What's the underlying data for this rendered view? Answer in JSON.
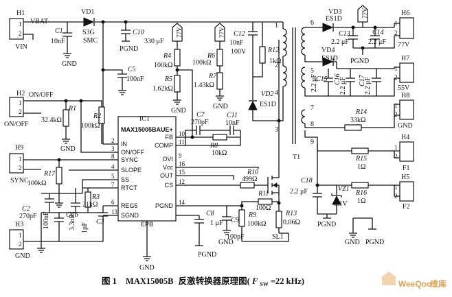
{
  "caption": {
    "fig_label": "图 1",
    "chip_part": "MAX15005B",
    "desc": "反激转换器原理图(",
    "freq_sym": "F",
    "freq_sub": "SW",
    "freq_val": "=22 kHz)"
  },
  "watermark": {
    "brand": "WeeQoo",
    "suffix": "维库"
  },
  "ic": {
    "ref": "IC1",
    "part": "MAX15005BAUE+",
    "left_pins": [
      {
        "num": "2",
        "name": "IN"
      },
      {
        "num": "3",
        "name": "ON/OFF"
      },
      {
        "num": "8",
        "name": "SYNC"
      },
      {
        "num": "4",
        "name": "SLOPE"
      },
      {
        "num": "5",
        "name": "SS"
      },
      {
        "num": "7",
        "name": "RTCT"
      },
      {
        "num": "6",
        "name": "REG5"
      },
      {
        "num": "13",
        "name": "SGND"
      }
    ],
    "right_pins": [
      {
        "num": "10",
        "name": "FB"
      },
      {
        "num": "11",
        "name": "COMP"
      },
      {
        "num": "9",
        "name": "OVI"
      },
      {
        "num": "16",
        "name": "Vcc"
      },
      {
        "num": "15",
        "name": "OUT"
      },
      {
        "num": "12",
        "name": "CS"
      },
      {
        "num": "14",
        "name": "PGND"
      }
    ],
    "bottom_pin": "EPB"
  },
  "headers": {
    "H1": {
      "ref": "H1",
      "pin1": "VBAT",
      "pin2": "VIN"
    },
    "H2": {
      "ref": "H2",
      "pin1": "ON/OFF",
      "pin2": "ON/OFF"
    },
    "H9": {
      "ref": "H9",
      "pin1": "",
      "pin2": "SYNC"
    },
    "H3": {
      "ref": "H3",
      "pin2": "GND"
    },
    "H6": {
      "ref": "H6",
      "label": "77V"
    },
    "H7": {
      "ref": "H7",
      "label": "55V"
    },
    "H8": {
      "ref": "H8",
      "label": "GND"
    },
    "H4": {
      "ref": "H4",
      "label": "F1"
    },
    "H5": {
      "ref": "H5",
      "label": "F2"
    }
  },
  "components": {
    "C1": {
      "ref": "C1",
      "value": "10nF"
    },
    "VD1": {
      "ref": "VD1",
      "value": "S3G",
      "value2": "SMC"
    },
    "C10": {
      "ref": "C10",
      "value": "330 μF"
    },
    "C5": {
      "ref": "C5",
      "value": "100nF"
    },
    "R4": {
      "ref": "R4",
      "value": "100kΩ"
    },
    "R5": {
      "ref": "R5",
      "value": "1.62kΩ"
    },
    "R6": {
      "ref": "R6",
      "value": "100kΩ"
    },
    "R7": {
      "ref": "R7",
      "value": "1.43kΩ"
    },
    "C12": {
      "ref": "C12",
      "value": "10nF",
      "value2": "100V"
    },
    "R12": {
      "ref": "R12",
      "value": "1kΩ"
    },
    "VD2": {
      "ref": "VD2",
      "value": "ES1D"
    },
    "C7": {
      "ref": "C7",
      "value": "270pF"
    },
    "C11": {
      "ref": "C11",
      "value": "10nF"
    },
    "R8": {
      "ref": "R8",
      "value": "10kΩ"
    },
    "R1": {
      "ref": "R1",
      "value": "32.4kΩ"
    },
    "R2": {
      "ref": "R2",
      "value": "100kΩ"
    },
    "R17": {
      "ref": "R17",
      "value": "100kΩ"
    },
    "R3": {
      "ref": "R3",
      "value": "21kΩ"
    },
    "C2": {
      "ref": "C2",
      "value": "270pF"
    },
    "C4": {
      "ref": "C4",
      "value": "100nF"
    },
    "C6": {
      "ref": "C6",
      "value": "3.3nF"
    },
    "C3": {
      "ref": "C3",
      "value": "1μF"
    },
    "C8": {
      "ref": "C8",
      "value": "1 μF"
    },
    "C9": {
      "ref": "C9",
      "value": "100pF"
    },
    "R10": {
      "ref": "R10",
      "value": "499Ω"
    },
    "R11": {
      "ref": "R11",
      "value": "100Ω"
    },
    "R9": {
      "ref": "R9",
      "value": "100kΩ"
    },
    "R13": {
      "ref": "R13",
      "value": "0.06Ω"
    },
    "SL1": {
      "ref": "SL1"
    },
    "T1": {
      "ref": "T1"
    },
    "VD3": {
      "ref": "VD3",
      "value": "ES1D"
    },
    "VD4": {
      "ref": "VD4",
      "value": "ES1D"
    },
    "C13": {
      "ref": "C13",
      "value": "2.2 μF"
    },
    "C14": {
      "ref": "C14",
      "value": "2.2 μF"
    },
    "C15": {
      "ref": "C15",
      "value": "2.2 μF"
    },
    "C16": {
      "ref": "C16",
      "value": "2.2 μF"
    },
    "C17": {
      "ref": "C17",
      "value": "2.2 μF"
    },
    "R14": {
      "ref": "R14",
      "value": "33kΩ"
    },
    "R15": {
      "ref": "R15",
      "value": "1Ω"
    },
    "R16": {
      "ref": "R16",
      "value": "1Ω"
    },
    "C18": {
      "ref": "C18",
      "value": "2.2 μF"
    },
    "VZ1": {
      "ref": "VZ1",
      "value": "9.1V"
    }
  },
  "nets": {
    "pgnd": "PGND",
    "gnd": "GND",
    "v77": "77V",
    "v55": "55V",
    "flag_top1": "77V",
    "flag_top2": "77V"
  },
  "transformer_pins": {
    "p1": "1",
    "p2": "2",
    "p3": "3",
    "p4": "4",
    "p5": "5",
    "p6": "6",
    "p7": "7",
    "p8": "8",
    "p9": "9"
  },
  "connector_pins": {
    "one": "1",
    "two": "2"
  }
}
